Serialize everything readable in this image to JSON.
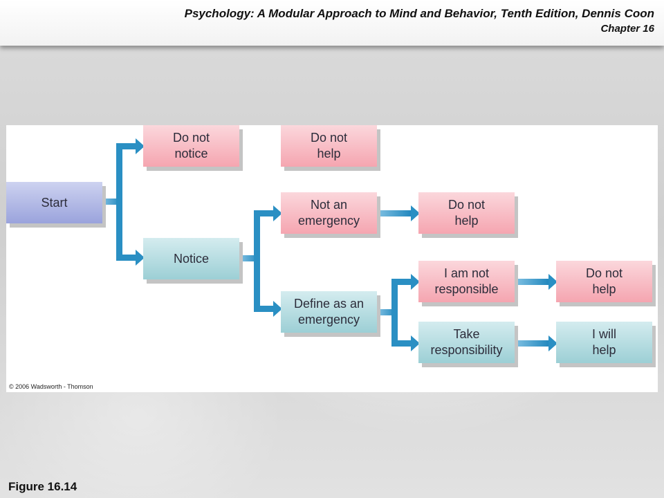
{
  "header": {
    "title": "Psychology: A Modular Approach to Mind and Behavior, Tenth Edition, Dennis Coon",
    "chapter": "Chapter 16"
  },
  "diagram": {
    "copyright": "© 2006 Wadsworth - Thomson",
    "nodes": {
      "start": "Start",
      "do_not_notice": "Do not\nnotice",
      "do_not_help_1": "Do not\nhelp",
      "notice": "Notice",
      "not_an_emergency": "Not an\nemergency",
      "do_not_help_2": "Do not\nhelp",
      "define_as_emergency": "Define as an\nemergency",
      "i_am_not_responsible": "I am not\nresponsible",
      "do_not_help_3": "Do not\nhelp",
      "take_responsibility": "Take\nresponsibility",
      "i_will_help": "I will\nhelp"
    },
    "colors": {
      "arrow": "#2a8fc3",
      "negative_box": "#f5a5b0",
      "positive_box": "#9ccfd5",
      "start_box": "#9aa3dc"
    }
  },
  "caption": "Figure 16.14"
}
